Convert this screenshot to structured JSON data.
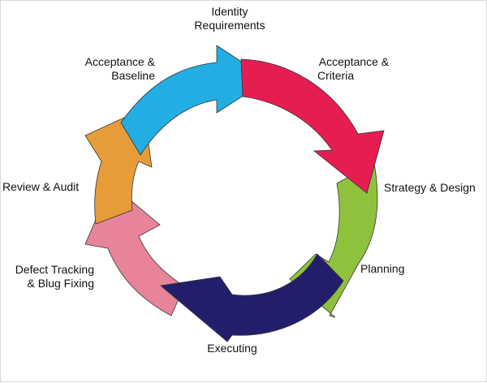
{
  "diagram": {
    "stages": [
      {
        "id": "identity-requirements",
        "label_lines": [
          "Identity",
          "Requirements"
        ],
        "color": "#22aee2"
      },
      {
        "id": "acceptance-criteria",
        "label_lines": [
          "Acceptance &",
          "Criteria"
        ],
        "color": "#e51d51"
      },
      {
        "id": "strategy-design",
        "label_lines": [
          "Strategy & Design"
        ],
        "color": "#8fc23c"
      },
      {
        "id": "planning",
        "label_lines": [
          "Planning"
        ],
        "color": "#8fc23c"
      },
      {
        "id": "executing",
        "label_lines": [
          "Executing"
        ],
        "color": "#231e6c"
      },
      {
        "id": "defect-tracking",
        "label_lines": [
          "Defect Tracking",
          "& Blug Fixing"
        ],
        "color": "#e7849a"
      },
      {
        "id": "review-audit",
        "label_lines": [
          "Review & Audit"
        ],
        "color": "#e79c3a"
      },
      {
        "id": "acceptance-baseline",
        "label_lines": [
          "Acceptance &",
          "Baseline"
        ],
        "color": "#22aee2"
      }
    ]
  }
}
